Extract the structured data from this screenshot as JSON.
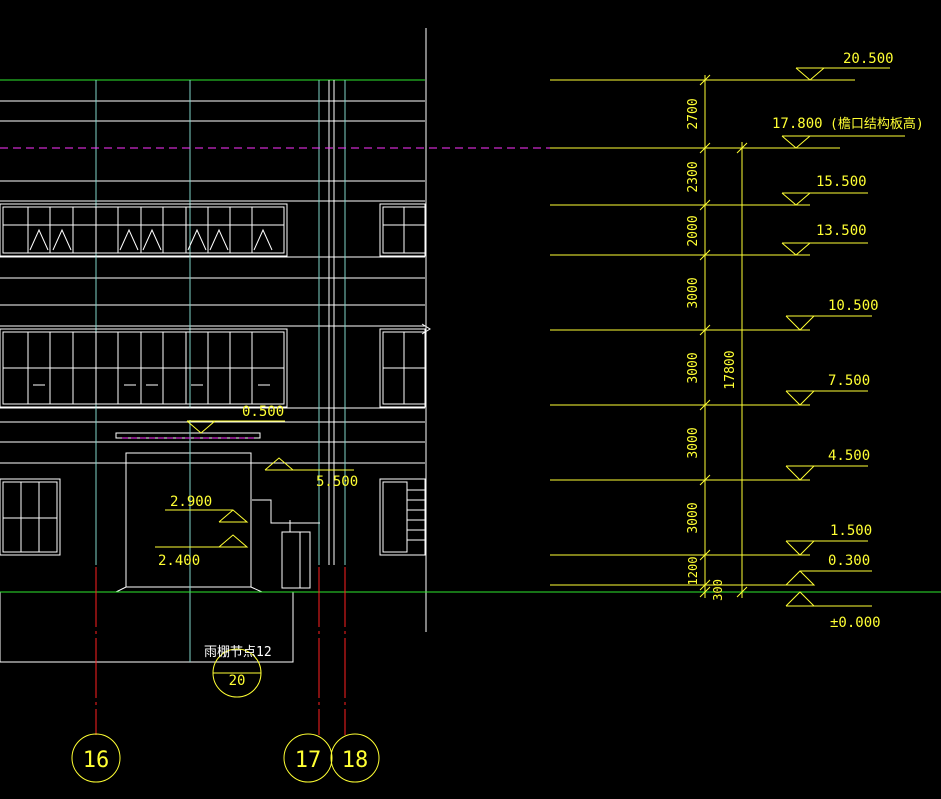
{
  "colors": {
    "background": "#000000",
    "white_line": "#ffffff",
    "cyan_line": "#7fd3c8",
    "green_line": "#2ee82e",
    "yellow": "#ffff33",
    "magenta": "#ff33ff",
    "red": "#ff2020",
    "window": "#ffffff"
  },
  "elevation_marks": {
    "top": "20.500",
    "roof_board": "17.800",
    "roof_note": "(檐口结构板高)",
    "floor_6": "15.500",
    "floor_5": "13.500",
    "floor_4": "10.500",
    "floor_3": "7.500",
    "floor_2": "4.500",
    "floor_1b": "1.500",
    "floor_1a": "0.300",
    "ground": "±0.000"
  },
  "dimensions": {
    "d_top": "2700",
    "d_2300": "2300",
    "d_2000": "2000",
    "d_3000a": "3000",
    "d_3000b": "3000",
    "d_3000c": "3000",
    "d_3000d": "3000",
    "d_1200": "1200",
    "d_300": "300",
    "d_total": "17800"
  },
  "canopy": {
    "mark_top": "0.500",
    "mark_right": "5.500",
    "mark_mid": "2.900",
    "mark_low": "2.400",
    "detail_label": "雨棚节点12",
    "detail_number": "20"
  },
  "axes": {
    "a16": "16",
    "a17": "17",
    "a18": "18"
  }
}
